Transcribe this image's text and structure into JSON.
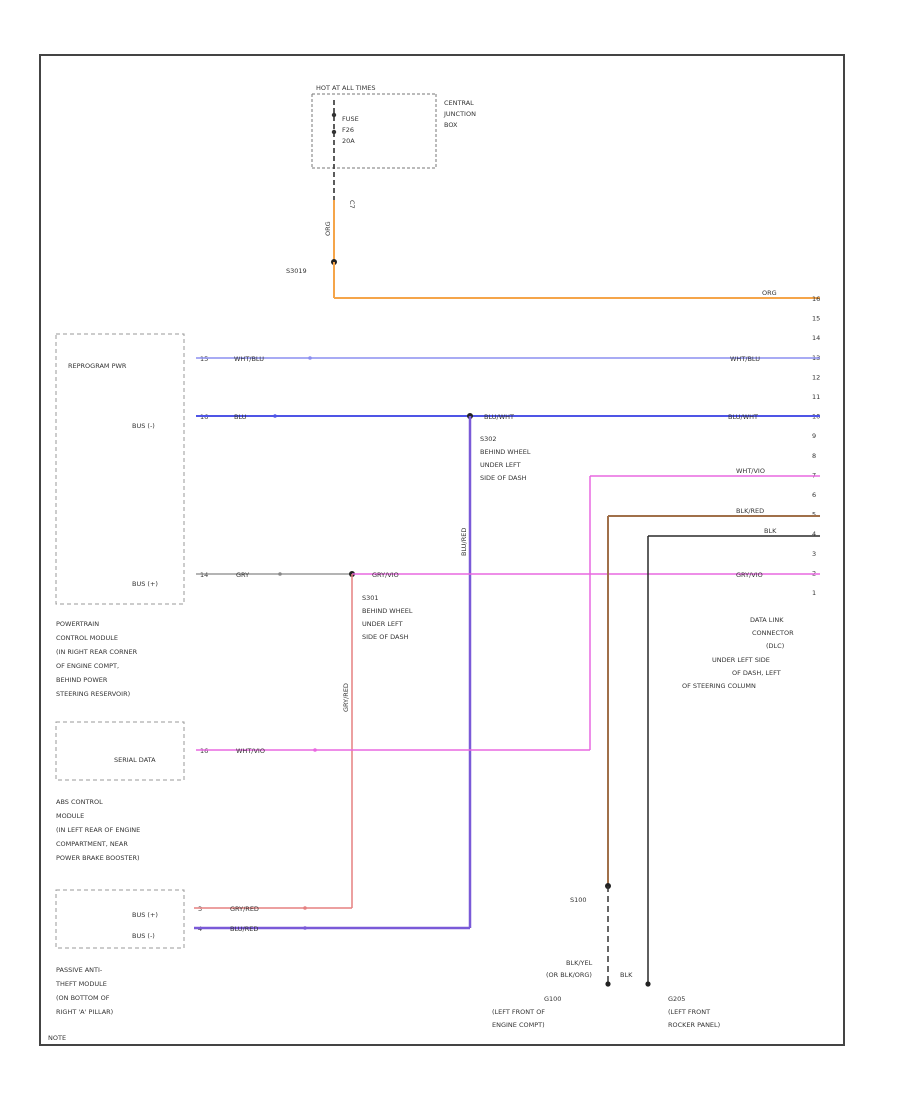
{
  "colors": {
    "orange": "#f5a54a",
    "blue_light": "#8b8ff0",
    "blue_dark": "#4f55e6",
    "magenta": "#e868e0",
    "red": "#e58080",
    "purple": "#7a5ad8",
    "gray": "#888888",
    "brown": "#a0704a",
    "black": "#2a2a2a"
  },
  "fuse": {
    "hot_label": "HOT AT ALL TIMES",
    "fuse_lines": [
      "FUSE",
      "F26",
      "20A"
    ],
    "box_lines": [
      "CENTRAL",
      "JUNCTION",
      "BOX"
    ],
    "wire_code": "C7",
    "wire_color": "ORG",
    "splice": "S3019"
  },
  "dlc": {
    "pins": [
      "16",
      "15",
      "14",
      "13",
      "12",
      "11",
      "10",
      "9",
      "8",
      "7",
      "6",
      "5",
      "4",
      "3",
      "2",
      "1"
    ],
    "label_lines": [
      "DATA LINK",
      "CONNECTOR",
      "(DLC)",
      "UNDER LEFT SIDE",
      "OF DASH, LEFT",
      "OF STEERING COLUMN"
    ]
  },
  "pcm": {
    "pins": [
      "REPROGRAM PWR",
      "BUS (-)",
      "BUS (+)"
    ],
    "label_lines": [
      "POWERTRAIN",
      "CONTROL MODULE",
      "(IN RIGHT REAR CORNER",
      "OF ENGINE COMPT,",
      "BEHIND POWER",
      "STEERING RESERVOIR)"
    ],
    "pin_nums": [
      "15",
      "16",
      "14"
    ]
  },
  "abs": {
    "pins": [
      "SERIAL DATA"
    ],
    "label_lines": [
      "ABS CONTROL",
      "MODULE",
      "(IN LEFT REAR OF ENGINE",
      "COMPARTMENT, NEAR",
      "POWER BRAKE BOOSTER)"
    ],
    "pin_nums": [
      "16"
    ]
  },
  "pats": {
    "pins": [
      "BUS (+)",
      "BUS (-)"
    ],
    "label_lines": [
      "PASSIVE ANTI-",
      "THEFT MODULE",
      "(ON BOTTOM OF",
      "RIGHT 'A' PILLAR)"
    ],
    "pin_nums": [
      "3",
      "4"
    ]
  },
  "wires": {
    "wht_blu": "WHT/BLU",
    "blu": "BLU",
    "blu_wht": "BLU/WHT",
    "gry": "GRY",
    "gry_vio": "GRY/VIO",
    "wht_vio": "WHT/VIO",
    "blk_red": "BLK/RED",
    "blk": "BLK",
    "gry_red": "GRY/RED",
    "blu_red": "BLU/RED",
    "blk_yel": "BLK/YEL",
    "blk_yel_or": "(OR BLK/ORG)"
  },
  "splices": {
    "s302_lines": [
      "S302",
      "BEHIND WHEEL",
      "UNDER LEFT",
      "SIDE OF DASH"
    ],
    "s301_lines": [
      "S301",
      "BEHIND WHEEL",
      "UNDER LEFT",
      "SIDE OF DASH"
    ]
  },
  "grounds": {
    "s100": "S100",
    "g100_lines": [
      "G100",
      "(LEFT FRONT OF",
      "ENGINE COMPT)"
    ],
    "g205_lines": [
      "G205",
      "(LEFT FRONT",
      "ROCKER PANEL)"
    ]
  },
  "footer": "NOTE"
}
